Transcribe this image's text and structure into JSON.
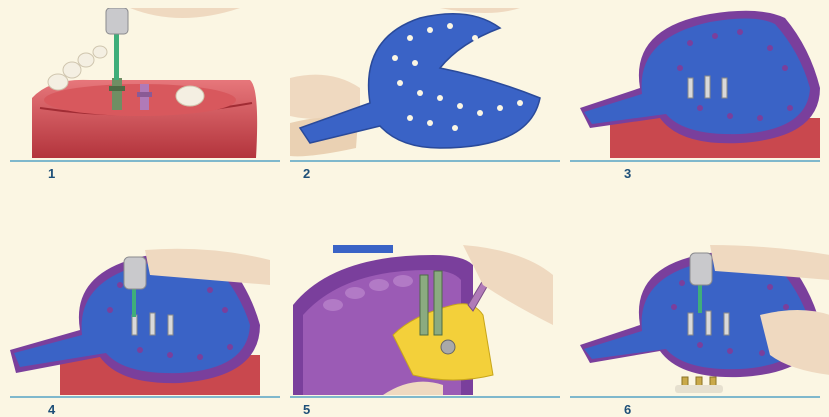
{
  "steps": [
    {
      "number": "1"
    },
    {
      "number": "2"
    },
    {
      "number": "3"
    },
    {
      "number": "4"
    },
    {
      "number": "5"
    },
    {
      "number": "6"
    }
  ],
  "colors": {
    "background": "#fbf6e3",
    "tray_blue": "#3a63c6",
    "impression_purple": "#7a3f9c",
    "gum_red": "#c9484e",
    "step_number": "#1d4f78",
    "separator": "#7fb8cc"
  }
}
